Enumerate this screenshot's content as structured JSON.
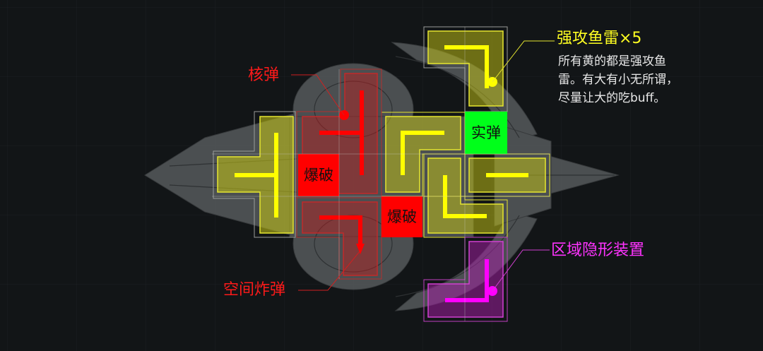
{
  "colors": {
    "background": "#121517",
    "grid": "#1d2124",
    "ship": "#5a5d5f",
    "torpedo": "#ffff00",
    "bomb_red": "#ff0000",
    "live_ammo_green": "#00ff1a",
    "cloak_magenta": "#ff00ff",
    "desc_text": "#e8e8e8"
  },
  "callouts": {
    "torpedo": {
      "title": "强攻鱼雷×5",
      "description": [
        "所有黄的都是强攻鱼",
        "雷。有大有小无所谓，",
        "尽量让大的吃buff。"
      ]
    },
    "nuke": {
      "label": "核弹"
    },
    "space_bomb": {
      "label": "空间炸弹"
    },
    "cloak": {
      "label": "区域隐形装置"
    }
  },
  "tiles": {
    "blast_left": {
      "label": "爆破"
    },
    "blast_center": {
      "label": "爆破"
    },
    "live_ammo": {
      "label": "实弹"
    }
  }
}
